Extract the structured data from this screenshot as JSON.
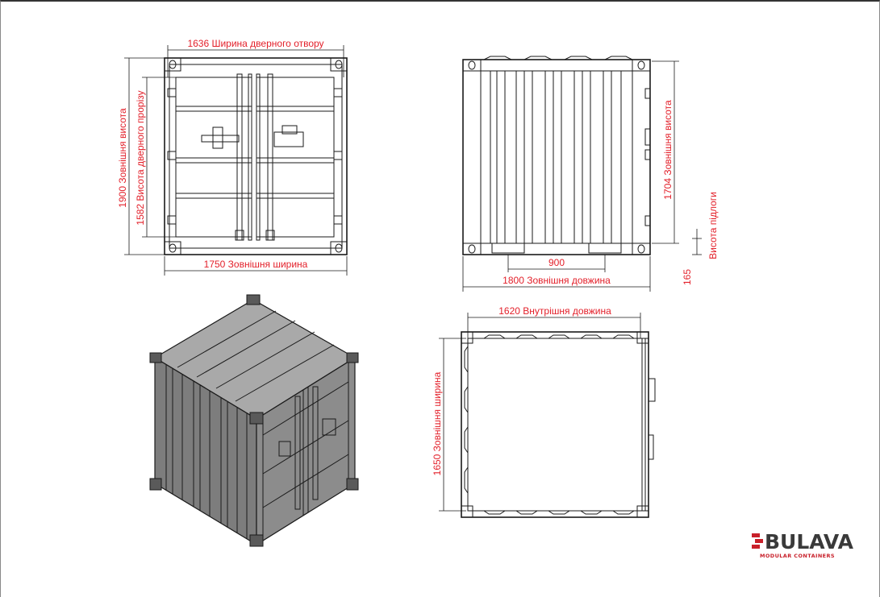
{
  "front_view": {
    "door_width_label": "1636 Ширина дверного отвору",
    "outer_height_label": "1900 Зовнішня висота",
    "door_height_label": "1582 Висота дверного прорізу",
    "outer_width_label": "1750 Зовнішня ширина"
  },
  "side_view": {
    "outer_height_label": "1704 Зовнішня висота",
    "floor_height_label": "Висота підлоги",
    "floor_height_value": "165",
    "fork_spacing_label": "900",
    "outer_length_label": "1800 Зовнішня довжина"
  },
  "plan_view": {
    "inner_length_label": "1620 Внутрішня довжина",
    "outer_width_label": "1650 Зовнішня ширина"
  },
  "logo": {
    "word": "BULAVA",
    "tagline": "MODULAR CONTAINERS",
    "brand_color": "#c8202a",
    "text_color": "#3a3a3a"
  },
  "colors": {
    "dimension_text": "#e3202a",
    "line": "#1a1a1a",
    "container_body": "#8c8c8c"
  }
}
